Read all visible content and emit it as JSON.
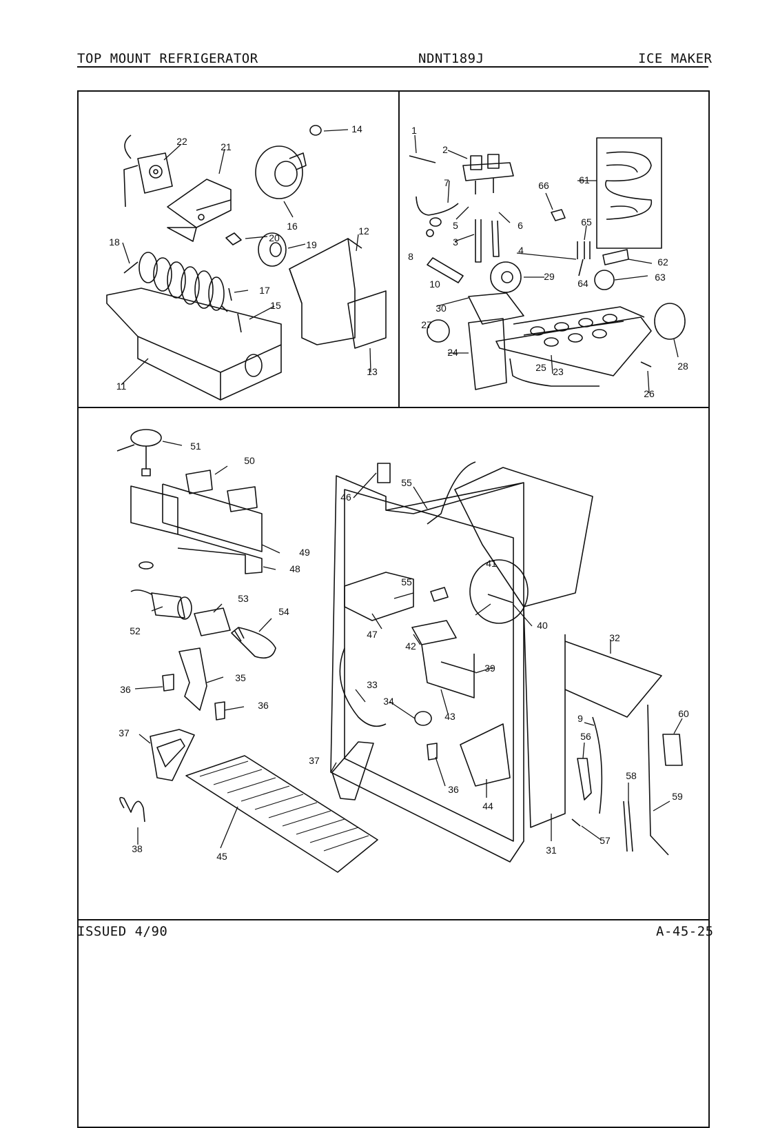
{
  "header": {
    "left": "TOP MOUNT REFRIGERATOR",
    "center": "NDNT189J",
    "right": "ICE MAKER"
  },
  "footer": {
    "left": "ISSUED 4/90",
    "right": "A-45-25"
  },
  "callouts": [
    {
      "label": "1"
    },
    {
      "label": "2"
    },
    {
      "label": "3"
    },
    {
      "label": "4"
    },
    {
      "label": "5"
    },
    {
      "label": "6"
    },
    {
      "label": "7"
    },
    {
      "label": "8"
    },
    {
      "label": "9"
    },
    {
      "label": "10"
    },
    {
      "label": "11"
    },
    {
      "label": "12"
    },
    {
      "label": "13"
    },
    {
      "label": "14"
    },
    {
      "label": "15"
    },
    {
      "label": "16"
    },
    {
      "label": "17"
    },
    {
      "label": "18"
    },
    {
      "label": "19"
    },
    {
      "label": "20"
    },
    {
      "label": "21"
    },
    {
      "label": "22"
    },
    {
      "label": "23"
    },
    {
      "label": "24"
    },
    {
      "label": "25"
    },
    {
      "label": "26"
    },
    {
      "label": "27"
    },
    {
      "label": "28"
    },
    {
      "label": "29"
    },
    {
      "label": "30"
    },
    {
      "label": "31"
    },
    {
      "label": "32"
    },
    {
      "label": "33"
    },
    {
      "label": "34"
    },
    {
      "label": "35"
    },
    {
      "label": "36"
    },
    {
      "label": "36"
    },
    {
      "label": "36"
    },
    {
      "label": "37"
    },
    {
      "label": "37"
    },
    {
      "label": "38"
    },
    {
      "label": "39"
    },
    {
      "label": "40"
    },
    {
      "label": "41"
    },
    {
      "label": "42"
    },
    {
      "label": "43"
    },
    {
      "label": "44"
    },
    {
      "label": "45"
    },
    {
      "label": "46"
    },
    {
      "label": "47"
    },
    {
      "label": "48"
    },
    {
      "label": "49"
    },
    {
      "label": "50"
    },
    {
      "label": "51"
    },
    {
      "label": "52"
    },
    {
      "label": "53"
    },
    {
      "label": "54"
    },
    {
      "label": "55"
    },
    {
      "label": "55"
    },
    {
      "label": "56"
    },
    {
      "label": "57"
    },
    {
      "label": "58"
    },
    {
      "label": "59"
    },
    {
      "label": "60"
    },
    {
      "label": "61"
    },
    {
      "label": "62"
    },
    {
      "label": "63"
    },
    {
      "label": "64"
    },
    {
      "label": "65"
    },
    {
      "label": "66"
    }
  ]
}
